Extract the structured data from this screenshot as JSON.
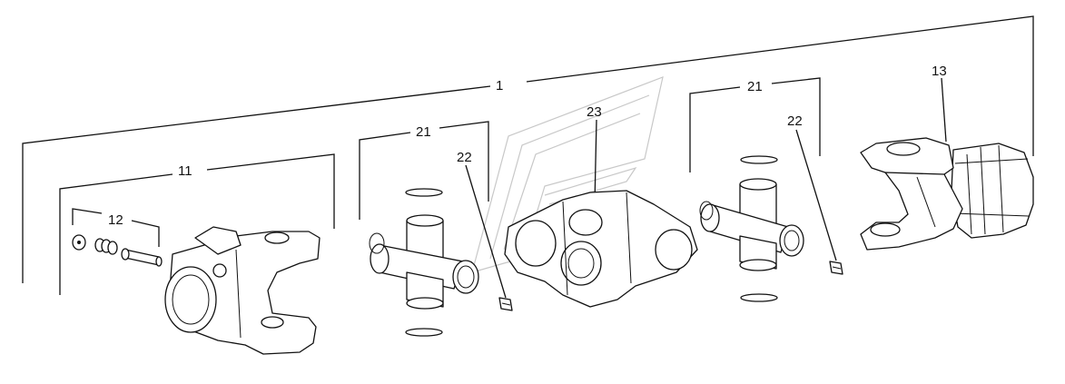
{
  "labels": {
    "assembly": "1",
    "yoke_left": "11",
    "small_parts": "12",
    "yoke_right": "13",
    "cross_left": "21",
    "cross_right": "21",
    "fitting_left": "22",
    "fitting_right": "22",
    "center_housing": "23"
  },
  "colors": {
    "line": "#111111",
    "background": "#ffffff",
    "watermark": "#c8c8c8"
  }
}
